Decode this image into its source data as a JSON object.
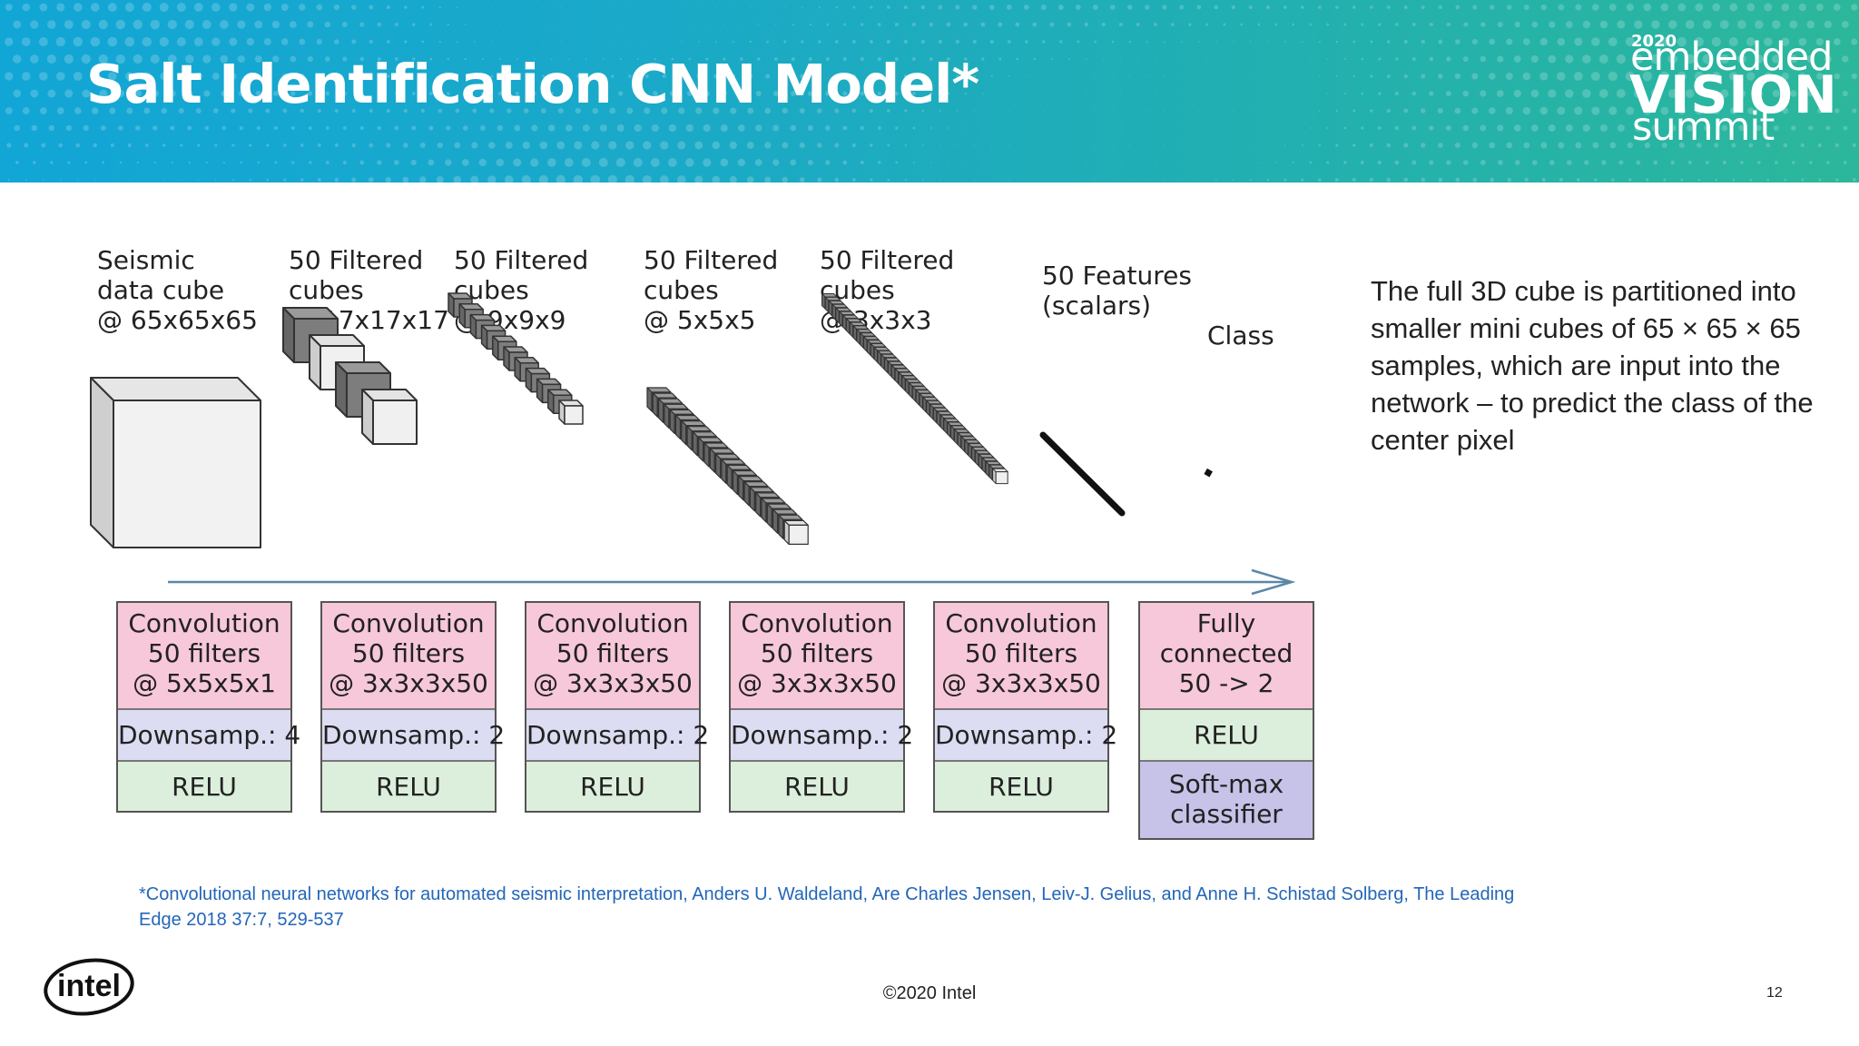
{
  "slide": {
    "title": "Salt Identification CNN Model*",
    "description": "The full 3D cube is partitioned into smaller mini cubes of 65 × 65 × 65 samples, which are input into the network – to predict the class of the center pixel",
    "citation": "*Convolutional neural networks for automated seismic interpretation, Anders U. Waldeland, Are Charles Jensen, Leiv-J. Gelius, and Anne H. Schistad Solberg, The Leading Edge 2018 37:7, 529-537",
    "copyright": "©2020 Intel",
    "page_number": "12"
  },
  "branding": {
    "event_logo": {
      "year": "2020",
      "line1": "embedded",
      "line2": "VISION",
      "line3": "summit"
    },
    "company_logo": "intel"
  },
  "diagram": {
    "stages": [
      {
        "label": "Seismic\ndata cube\n@ 65x65x65"
      },
      {
        "label": "50 Filtered\ncubes\n@ 17x17x17"
      },
      {
        "label": "50 Filtered\ncubes\n@ 9x9x9"
      },
      {
        "label": "50 Filtered\ncubes\n@ 5x5x5"
      },
      {
        "label": "50 Filtered\ncubes\n@ 3x3x3"
      },
      {
        "label": "50 Features\n(scalars)"
      },
      {
        "label": "Class"
      }
    ],
    "layers": [
      {
        "conv": "Convolution\n50 filters\n@ 5x5x5x1",
        "downsample": "Downsamp.: 4",
        "activation": "RELU"
      },
      {
        "conv": "Convolution\n50 filters\n@ 3x3x3x50",
        "downsample": "Downsamp.: 2",
        "activation": "RELU"
      },
      {
        "conv": "Convolution\n50 filters\n@ 3x3x3x50",
        "downsample": "Downsamp.: 2",
        "activation": "RELU"
      },
      {
        "conv": "Convolution\n50 filters\n@ 3x3x3x50",
        "downsample": "Downsamp.: 2",
        "activation": "RELU"
      },
      {
        "conv": "Convolution\n50 filters\n@ 3x3x3x50",
        "downsample": "Downsamp.: 2",
        "activation": "RELU"
      },
      {
        "fc": "Fully\nconnected\n50 -> 2",
        "activation": "RELU",
        "classifier": "Soft-max\nclassifier"
      }
    ]
  },
  "colors": {
    "banner_left": "#12a6d6",
    "banner_right": "#2cb79b",
    "conv_cell": "#f7c8d9",
    "downsample_cell": "#dcdcf2",
    "relu_cell": "#dcefdc",
    "softmax_cell": "#c7c2e8",
    "citation_text": "#2366b8"
  }
}
